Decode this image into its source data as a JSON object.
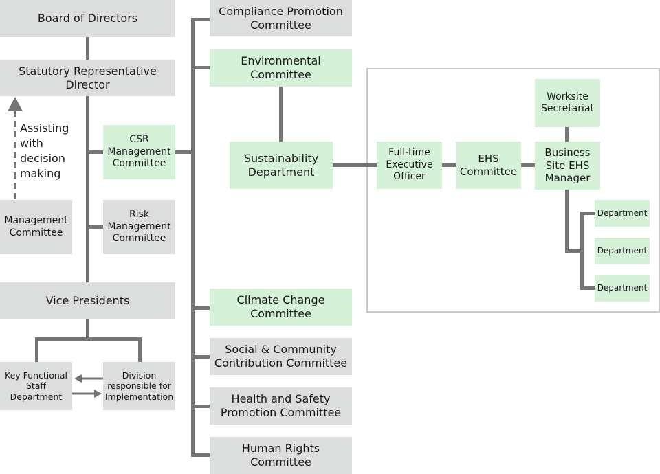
{
  "nodes": {
    "board": "Board of Directors",
    "statutory": "Statutory Representative\nDirector",
    "csr": "CSR\nManagement\nCommittee",
    "risk": "Risk\nManagement\nCommittee",
    "management": "Management\nCommittee",
    "vice_presidents": "Vice Presidents",
    "key_functional": "Key Functional\nStaff\nDepartment",
    "division": "Division\nresponsible for\nImplementation",
    "compliance": "Compliance Promotion\nCommittee",
    "environmental": "Environmental\nCommittee",
    "sustainability": "Sustainability\nDepartment",
    "climate": "Climate Change\nCommittee",
    "social": "Social & Community\nContribution Committee",
    "health": "Health and Safety\nPromotion Committee",
    "human_rights": "Human Rights\nCommittee",
    "fulltime_officer": "Full-time\nExecutive\nOfficer",
    "ehs_committee": "EHS\nCommittee",
    "worksite_secretariat": "Worksite\nSecretariat",
    "business_site_manager": "Business\nSite EHS\nManager",
    "department_1": "Department",
    "department_2": "Department",
    "department_3": "Department"
  },
  "annotations": {
    "assisting": "Assisting\nwith\ndecision\nmaking"
  },
  "colors": {
    "gray_box": "#dcdddd",
    "green_box": "#d5f2d8",
    "connector": "#757575",
    "frame": "#c9c9c9"
  }
}
